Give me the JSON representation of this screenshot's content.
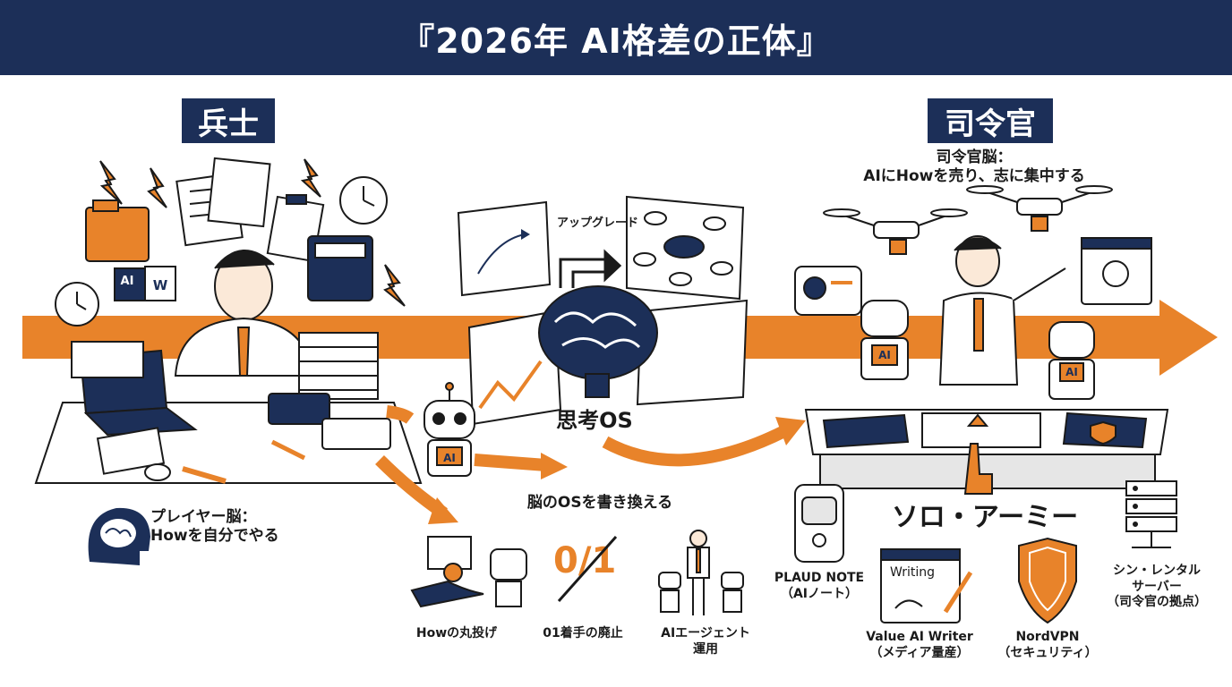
{
  "title": "『2026年 AI格差の正体』",
  "left": {
    "badge": "兵士",
    "caption_line1": "プレイヤー脳：",
    "caption_line2": "Howを自分でやる",
    "laptop_label": "AI",
    "doc_label": "W"
  },
  "right": {
    "badge": "司令官",
    "caption_line1": "司令官脳：",
    "caption_line2": "AIにHowを売り、志に集中する",
    "army_label": "ソロ・アーミー",
    "robot_label": "AI"
  },
  "center": {
    "upgrade_label": "アップグレード",
    "os_label": "思考OS",
    "rewrite_label": "脳のOSを書き換える",
    "robot_label": "AI"
  },
  "steps": [
    {
      "line1": "Howの丸投げ",
      "line2": ""
    },
    {
      "line1": "01着手の廃止",
      "line2": ""
    },
    {
      "line1": "AIエージェント",
      "line2": "運用"
    }
  ],
  "tools": [
    {
      "line1": "PLAUD NOTE",
      "line2": "（AIノート）"
    },
    {
      "line1": "Value AI Writer",
      "line2": "（メディア量産）",
      "screen_text": "Writing"
    },
    {
      "line1": "NordVPN",
      "line2": "（セキュリティ）"
    },
    {
      "line1": "シン・レンタル",
      "line2": "サーバー",
      "line3": "（司令官の拠点）"
    }
  ],
  "zero_one": "0/1",
  "colors": {
    "navy": "#1c2f58",
    "orange": "#e8832a",
    "ink": "#1a1a1a",
    "paper": "#ffffff"
  }
}
